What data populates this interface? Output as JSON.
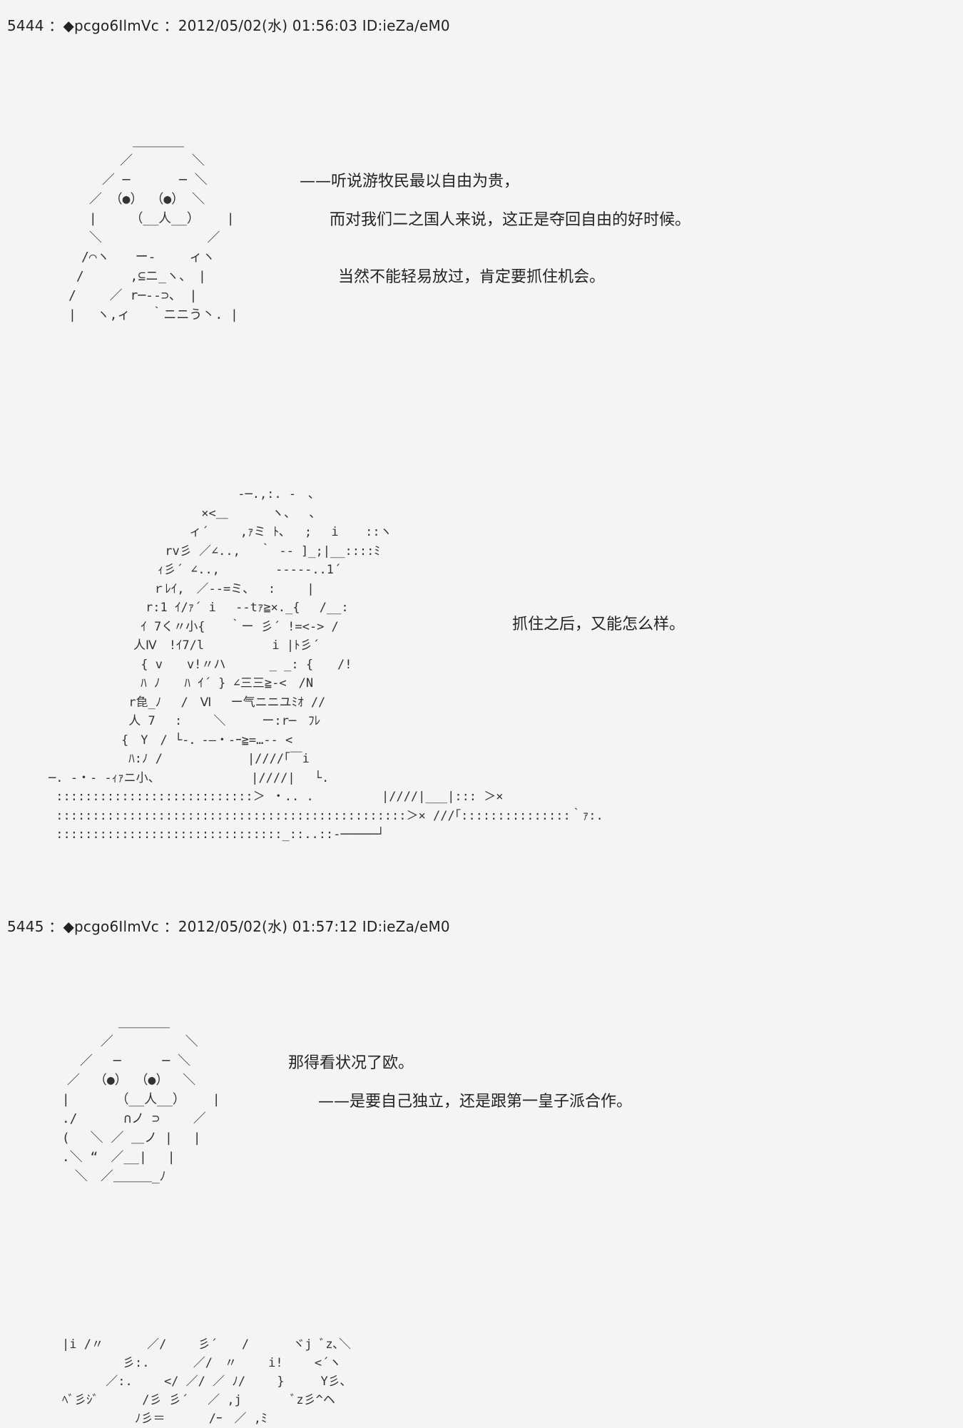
{
  "posts": [
    {
      "header": "5444 ：◆pcgo6IlmVc ：2012/05/02(水) 01:56:03 ID:ieZa/eM0",
      "face_aa": "　　　　　　＿＿＿＿\n　　　　　／　　　　 ＼\n　　　 ／ ─ 　 　 ─ ＼\n　　 ／ （●） （●） ＼\n　　 |　　 （__人__）　 　|\n　　 ＼　　　　 　　 　／\n　　/⌒ヽ　　ー‐　　 ィヽ\n　 /　　　 ,⊆ニ_ヽ、　|\n　/　　 ／ r─--⊃、 |\n　| 　ヽ,ィ 　｀ニニう丶. |",
      "lines": [
        "——听说游牧民最以自由为贵，",
        "而对我们二之国人来说，这正是夺回自由的好时候。",
        "当然不能轻易放过，肯定要抓住机会。"
      ],
      "scene_aa": "　　　　　　　　　　　　　　　 ‐─.,:. ‐　､\n　　　　　　　　　　　　 ×<＿　　　 ヽ、　 ､\n　　　　　　　　　　　 ィ´　　 ,ｧミ ﾄ､　 ;　 i 　 ::ヽ\n　　　　　　　　　 rv彡 ／∠..,　 ｀ ‐‐ ]_;|__::::ﾐ\n　　　　　　　　　ｨ彡´ ∠..,　　　　 ‐‐‐--..1´\n　　　　　　　　 ｒﾚｲ,　／‐‐=ミ、　 :　　 |\n　　　　　　　　r:1 ｲ/ｧ´ i　 ‐‐tｧ≧×._{ 　/__:\n　　　　　　　 ｲ 7く〃小{　　｀ー 彡´ !=<‐> /\n　　　　　　　人Ⅳ　!ｲ7/l　　　　　 i |ﾄ彡´\n　　　　　　　 { v　　v!〃ハ　　　 _ _: {　　/!\n　　　　　　　 ﾊ ﾉ　　ﾊ ｲ´ } ∠三三≧-<　/N\n　　　　　　 r㲋_ﾉ　 /　Ⅵ　 ー气ニニユﾐｵ //\n　　　　　　 人 7　 : 　　＼　　　ー:r─　ﾌﾚ\n　　　　　　{　Y　/ └-．-—・‐ｰ≧=…-- <\n　　　　　　 ﾊ:ﾉ /　　　　　　　|////｢￣i\n─. -・- -ｨｧニ小、　　　　　　　　|////|　 └.\n :::::::::::::::::::::::::::＞ ・.. .　　　　　 |////|___|::: ＞×\n ::::::::::::::::::::::::::::::::::::::::::::::::＞× ///｢:::::::::::::::｀ｧ:.\n :::::::::::::::::::::::::::::::_::..::-─────┘",
      "scene_line": "抓住之后，又能怎么样。"
    },
    {
      "header": "5445 ：◆pcgo6IlmVc ：2012/05/02(水) 01:57:12 ID:ieZa/eM0",
      "face_aa": "　　　　　　　＿＿＿＿\n　　　　　 ／　　　　　 ＼\n　　　　／　 ─ 　　 ─ ＼\n　　　／ 　（●） （●）　 ＼\n　　 |　　　 （__人__）　　 |\n　　 ./　　　 ∩ノ ⊃　　 ／\n　　 (　 ＼ ／ ＿ノ |　 |\n　　 .＼ “　／__| 　|\n　　　 ＼　／＿＿＿_ﾉ",
      "lines": [
        "那得看状况了欧。",
        "——是要自己独立，还是跟第一皇子派合作。"
      ],
      "scene_aa": "　|i /〃　　　 ／/　　 彡´　　/　　　 ヾj ﾞz､＼\n　　　　　　彡:.　　　 ／/　〃　　 i!　　 <´ヽ\n　　　　 ／:.　　 </ ／/ ／ ﾉ/　　 }　　　Y彡､\n　ﾍﾞ彡ｼﾞ　　　 /彡 彡´　 ／ ,j　　　　ﾞz彡^ヘ\n　　　　　　　ﾉ彡＝　　　 /ｰ　／ ,ﾐ"
    }
  ]
}
